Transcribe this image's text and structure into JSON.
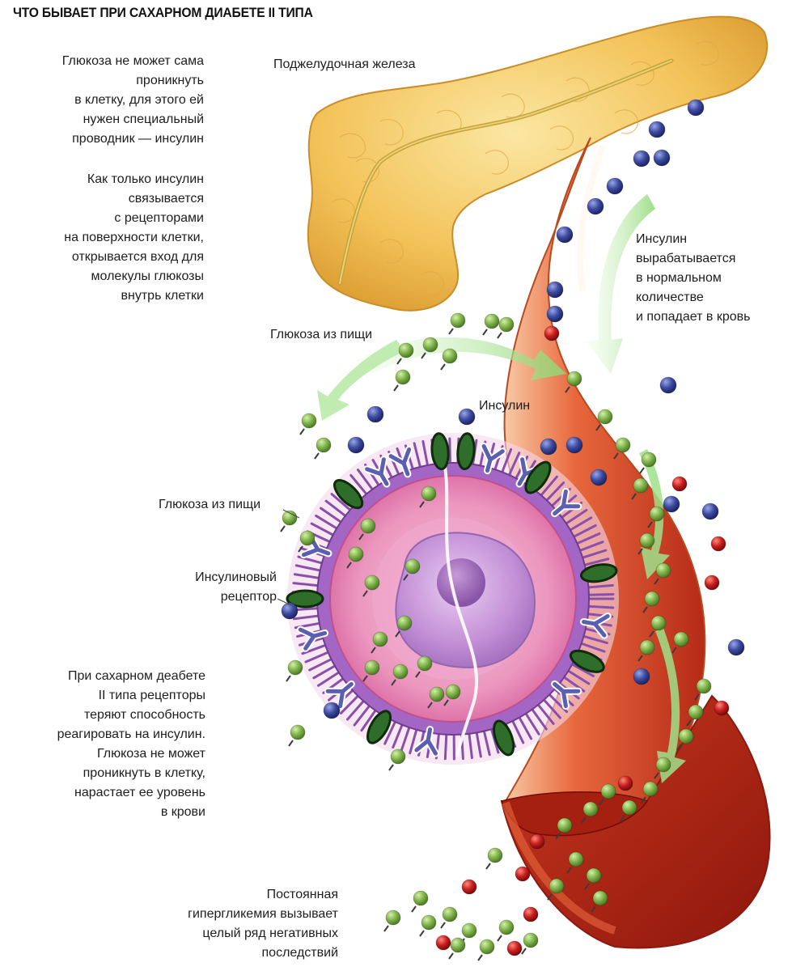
{
  "title": "ЧТО БЫВАЕТ ПРИ САХАРНОМ ДИАБЕТЕ II ТИПА",
  "labels": {
    "pancreas": "Поджелудочная железа",
    "glucose_top": "Глюкоза из пищи",
    "insulin_mid": "Инсулин",
    "glucose_left": "Глюкоза из пищи",
    "receptor": [
      "Инсулиновый",
      "рецептор"
    ]
  },
  "texts": {
    "intro": [
      "Глюкоза не может сама",
      "проникнуть",
      "в клетку, для этого ей",
      "нужен специальный",
      "проводник — инсулин"
    ],
    "binding": [
      "Как только инсулин",
      "связывается",
      "с рецепторами",
      "на поверхности клетки,",
      "открывается вход для",
      "молекулы глюкозы",
      "внутрь клетки"
    ],
    "insulin_output": [
      "Инсулин",
      "вырабатывается",
      "в нормальном",
      "количестве",
      "и попадает в кровь"
    ],
    "diabetes": [
      "При сахарном деабете",
      "II типа рецепторы",
      "теряют способность",
      "реагировать на инсулин.",
      "Глюкоза не может",
      "проникнуть в клетку,",
      "нарастает ее уровень",
      "в крови"
    ],
    "hyperglycemia": [
      "Постоянная",
      "гипергликемия вызывает",
      "целый ряд негативных",
      "последствий"
    ]
  },
  "colors": {
    "pancreas": "#f3c35a",
    "vessel": "#d9462a",
    "cell_outer": "#9b5fb8",
    "cell_body": "#ee9fc4",
    "nucleus": "#c38fd6",
    "glucose": "#7fb34a",
    "insulin": "#3b4aa0",
    "red_cell": "#c81e1e",
    "arrow": "#9fe08a"
  }
}
